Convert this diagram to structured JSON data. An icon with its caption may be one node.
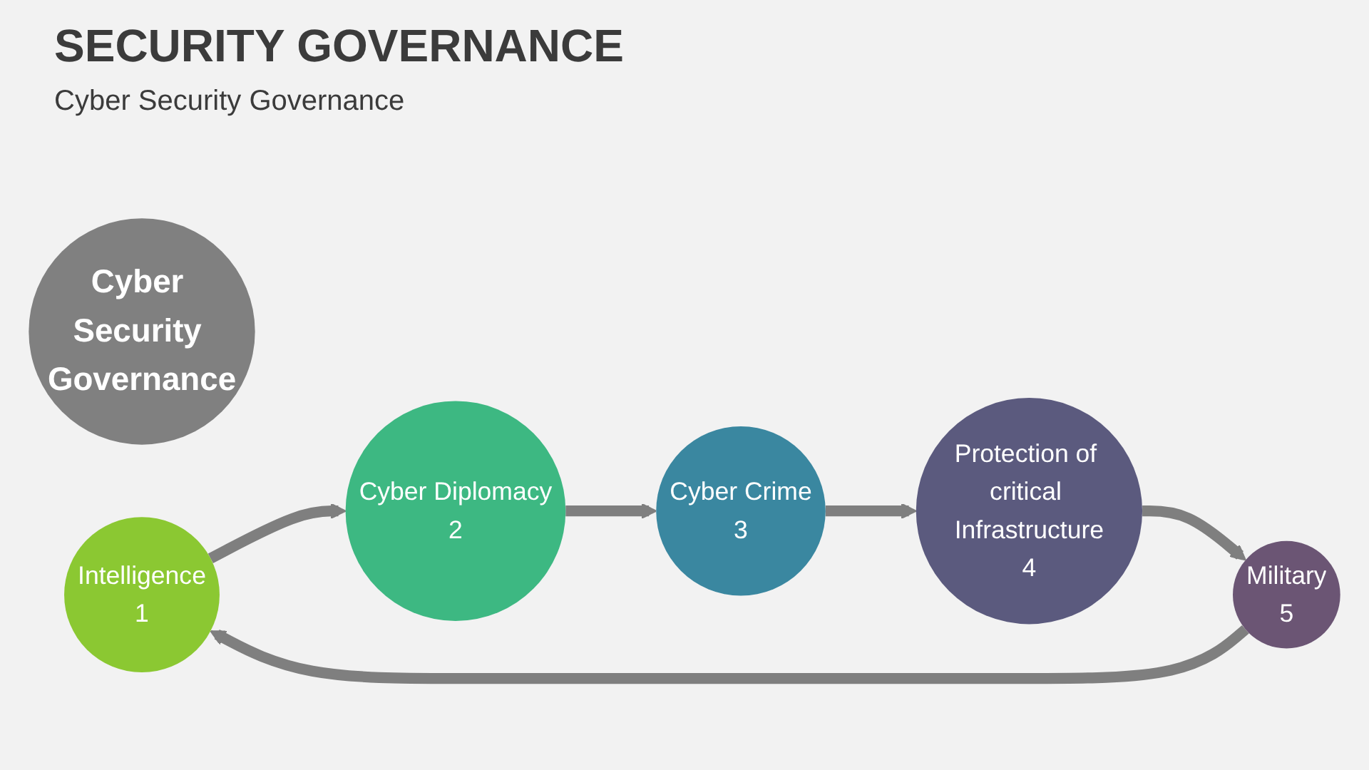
{
  "diagram": {
    "title": "SECURITY GOVERNANCE",
    "nodes": [
      {
        "text": [
          "Cyber Security Governance"
        ]
      },
      {
        "text": [
          "Intelligence",
          "1"
        ]
      },
      {
        "text": [
          "Cyber Diplomacy",
          "2"
        ]
      },
      {
        "text": [
          "Cyber Crime",
          "3"
        ]
      },
      {
        "text": [
          "Protection of critical Infrastructure",
          "4"
        ]
      },
      {
        "text": [
          "Military",
          "5"
        ]
      }
    ],
    "edges": [
      {
        "from": 1,
        "to": 2,
        "arrow": "to"
      },
      {
        "from": 2,
        "to": 3,
        "arrow": "to"
      },
      {
        "from": 3,
        "to": 4,
        "arrow": "to"
      },
      {
        "from": 4,
        "to": 5,
        "arrow": "to"
      },
      {
        "from": 5,
        "to": 1,
        "arrow": "to"
      }
    ],
    "labels": [
      "Cyber Security Governance"
    ]
  }
}
